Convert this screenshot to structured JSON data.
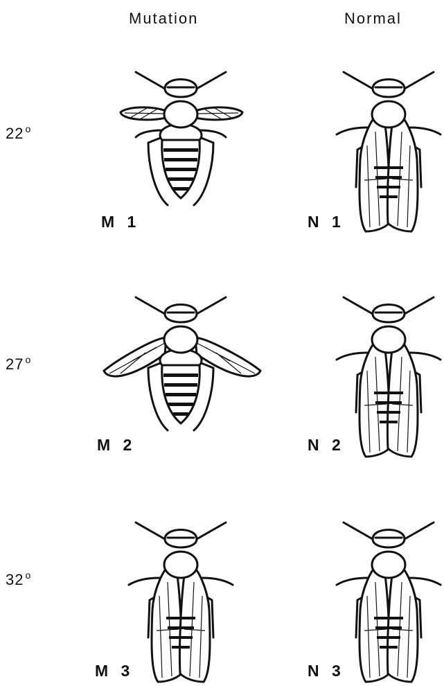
{
  "headers": {
    "mutation": "Mutation",
    "normal": "Normal"
  },
  "temperatures": [
    {
      "value": "22",
      "symbol": "o"
    },
    {
      "value": "27",
      "symbol": "o"
    },
    {
      "value": "32",
      "symbol": "o"
    }
  ],
  "flies": {
    "m1": {
      "code": "M 1",
      "wing_state": "extended-narrow"
    },
    "n1": {
      "code": "N 1",
      "wing_state": "folded"
    },
    "m2": {
      "code": "M 2",
      "wing_state": "extended-spread"
    },
    "n2": {
      "code": "N 2",
      "wing_state": "folded"
    },
    "m3": {
      "code": "M 3",
      "wing_state": "folded"
    },
    "n3": {
      "code": "N 3",
      "wing_state": "folded"
    }
  }
}
